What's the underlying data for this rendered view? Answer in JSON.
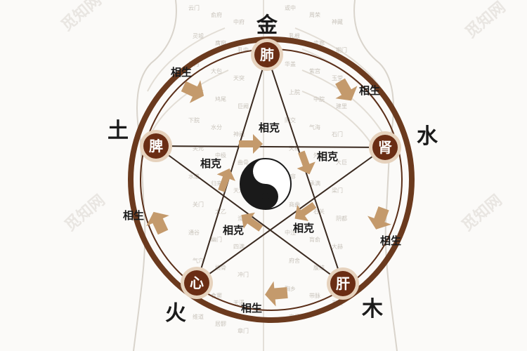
{
  "organs": {
    "lung": "肺",
    "kidney": "肾",
    "liver": "肝",
    "heart": "心",
    "spleen": "脾"
  },
  "elements": {
    "metal": "金",
    "water": "水",
    "wood": "木",
    "fire": "火",
    "earth": "土"
  },
  "relations": {
    "generate": "相生",
    "restrain": "相克"
  },
  "watermark": "觅知网",
  "background_labels": [
    "云门",
    "俞府",
    "中府",
    "或中",
    "周荣",
    "神藏",
    "灵墟",
    "膺窗",
    "乳中",
    "乳根",
    "步廊",
    "期门",
    "日月",
    "大包",
    "天突",
    "华盖",
    "紫宫",
    "玉堂",
    "中庭",
    "鸠尾",
    "巨阙",
    "上脘",
    "中脘",
    "建里",
    "下脘",
    "水分",
    "神阙",
    "阴交",
    "气海",
    "石门",
    "关元",
    "中极",
    "曲骨",
    "天枢",
    "外陵",
    "大巨",
    "水道",
    "归来",
    "天池",
    "不容",
    "承满",
    "梁门",
    "关门",
    "太乙",
    "滑肉门",
    "商曲",
    "石关",
    "阴都",
    "通谷",
    "幽门",
    "四满",
    "中注",
    "肓俞",
    "大赫",
    "气穴",
    "横骨",
    "冲门",
    "府舍",
    "腹结",
    "大横",
    "腹哀",
    "食窦",
    "天溪",
    "胸乡",
    "带脉",
    "五枢",
    "维道",
    "居髎",
    "章门",
    "京门"
  ],
  "colors": {
    "ring": "#6b3a1e",
    "node_outer": "#e6d2bd",
    "node_inner": "#6a2d14",
    "arrow": "#c49a6c",
    "line": "#3a2a20"
  }
}
